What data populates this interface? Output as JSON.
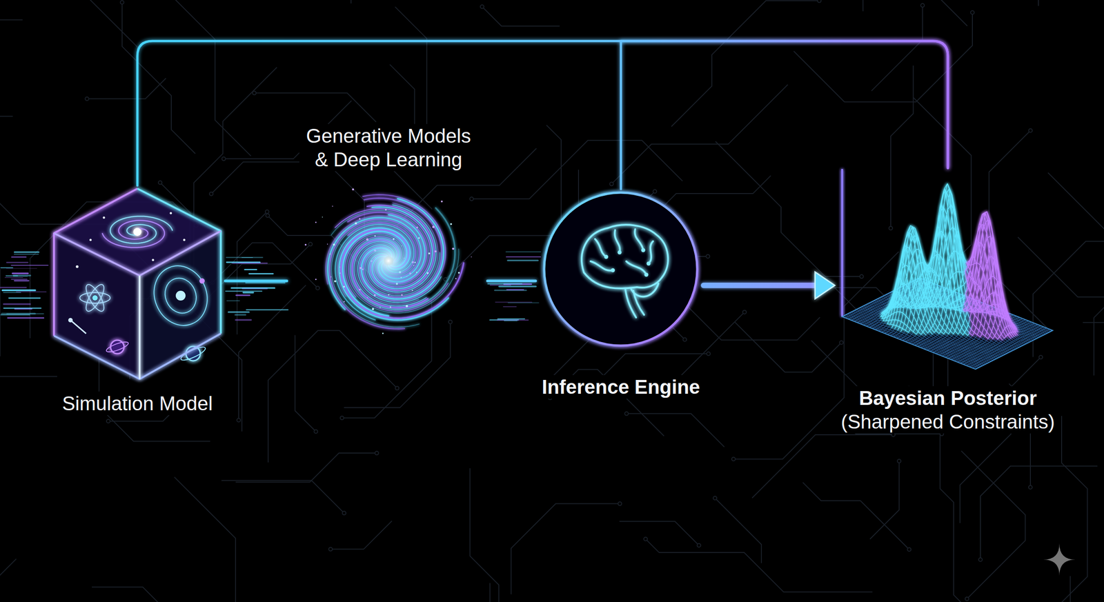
{
  "diagram": {
    "nodes": [
      {
        "text": [
          "Simulation Model"
        ]
      },
      {
        "text": [
          "Generative Models & Deep Learning"
        ]
      },
      {
        "text": [
          "Inference Engine"
        ]
      },
      {
        "text": [
          "Bayesian Posterior",
          "(Sharpened Constraints)"
        ]
      }
    ],
    "edges": [
      {
        "from": 0,
        "to": 1,
        "arrow": "none"
      },
      {
        "from": 1,
        "to": 2,
        "arrow": "none"
      },
      {
        "from": 2,
        "to": 3,
        "arrow": "to"
      },
      {
        "from": 0,
        "to": 3,
        "arrow": "none"
      },
      {
        "from": 2,
        "to": 3,
        "arrow": "none"
      }
    ]
  }
}
